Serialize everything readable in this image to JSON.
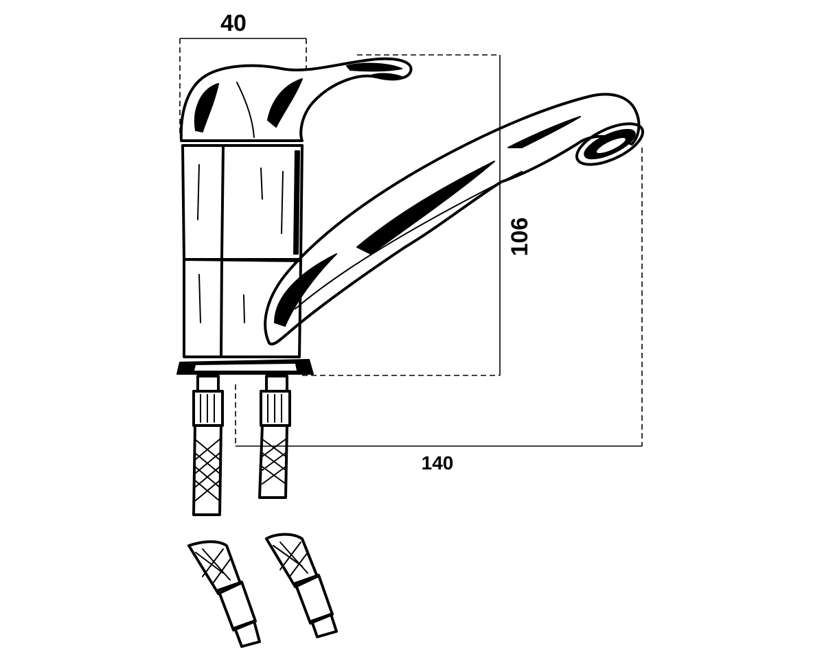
{
  "dimensions": {
    "handle_width": "40",
    "height": "106",
    "spout_reach": "140"
  },
  "colors": {
    "ink": "#000000",
    "background": "#ffffff"
  }
}
